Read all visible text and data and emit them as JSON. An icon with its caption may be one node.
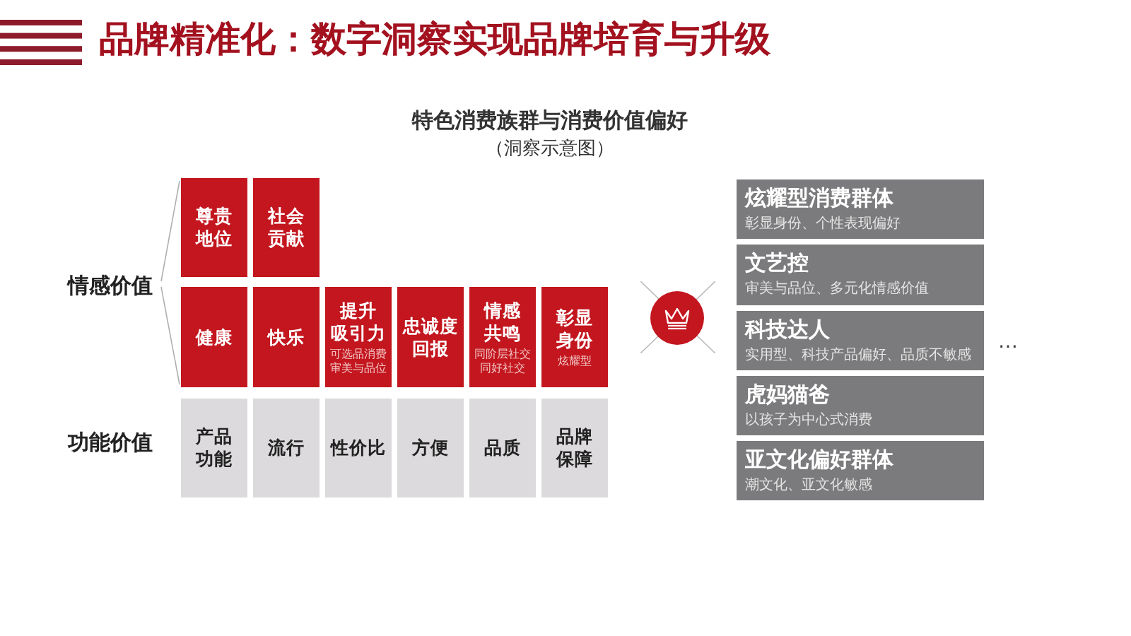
{
  "diagram": {
    "title": "品牌精准化：数字洞察实现品牌培育与升级",
    "nodes": [
      {
        "text": [
          "尊贵地位"
        ]
      },
      {
        "text": [
          "社会贡献"
        ]
      },
      {
        "text": [
          "健康"
        ]
      },
      {
        "text": [
          "快乐"
        ]
      },
      {
        "text": [
          "提升吸引力",
          "可选品消费审美与品位"
        ]
      },
      {
        "text": [
          "忠诚度回报"
        ]
      },
      {
        "text": [
          "情感共鸣",
          "同阶层社交同好社交"
        ]
      },
      {
        "text": [
          "彰显身份",
          "炫耀型"
        ]
      },
      {
        "text": [
          "产品功能"
        ]
      },
      {
        "text": [
          "流行"
        ]
      },
      {
        "text": [
          "性价比"
        ]
      },
      {
        "text": [
          "方便"
        ]
      },
      {
        "text": [
          "品质"
        ]
      },
      {
        "text": [
          "品牌保障"
        ]
      },
      {
        "text": [],
        "shape": "circle"
      },
      {
        "text": [
          "炫耀型消费群体",
          "彰显身份、个性表现偏好"
        ]
      },
      {
        "text": [
          "文艺控",
          "审美与品位、多元化情感价值"
        ]
      },
      {
        "text": [
          "科技达人",
          "实用型、科技产品偏好、品质不敏感"
        ]
      },
      {
        "text": [
          "虎妈猫爸",
          "以孩子为中心式消费"
        ]
      },
      {
        "text": [
          "亚文化偏好群体",
          "潮文化、亚文化敏感"
        ]
      }
    ],
    "labels": [
      "特色消费族群与消费价值偏好",
      "（洞察示意图）",
      "情感价值",
      "功能价值",
      "…"
    ]
  }
}
